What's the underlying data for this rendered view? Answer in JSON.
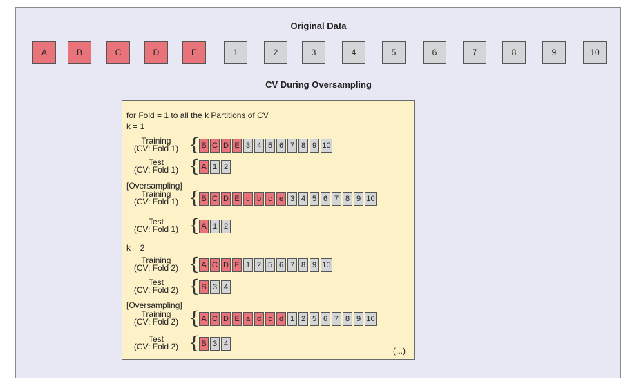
{
  "original_title": "Original Data",
  "original_boxes": [
    {
      "label": "A",
      "type": "red"
    },
    {
      "label": "B",
      "type": "red"
    },
    {
      "label": "C",
      "type": "red"
    },
    {
      "label": "D",
      "type": "red"
    },
    {
      "label": "E",
      "type": "red"
    },
    {
      "label": "1",
      "type": "gray"
    },
    {
      "label": "2",
      "type": "gray"
    },
    {
      "label": "3",
      "type": "gray"
    },
    {
      "label": "4",
      "type": "gray"
    },
    {
      "label": "5",
      "type": "gray"
    },
    {
      "label": "6",
      "type": "gray"
    },
    {
      "label": "7",
      "type": "gray"
    },
    {
      "label": "8",
      "type": "gray"
    },
    {
      "label": "9",
      "type": "gray"
    },
    {
      "label": "10",
      "type": "gray"
    }
  ],
  "cv_title": "CV During Oversampling",
  "panel": {
    "header": "for Fold = 1 to all the k Partitions of CV",
    "k1": "k = 1",
    "k2": "k = 2",
    "oversampling_label": "[Oversampling]",
    "ellipsis": "(...)",
    "rows": [
      {
        "label1": "Training",
        "label2": "(CV: Fold 1)",
        "cells": [
          [
            "B",
            "r"
          ],
          [
            "C",
            "r"
          ],
          [
            "D",
            "r"
          ],
          [
            "E",
            "r"
          ],
          [
            "3",
            "g"
          ],
          [
            "4",
            "g"
          ],
          [
            "5",
            "g"
          ],
          [
            "6",
            "g"
          ],
          [
            "7",
            "g"
          ],
          [
            "8",
            "g"
          ],
          [
            "9",
            "g"
          ],
          [
            "10",
            "g"
          ]
        ]
      },
      {
        "label1": "Test",
        "label2": "(CV: Fold 1)",
        "cells": [
          [
            "A",
            "r"
          ],
          [
            "1",
            "g"
          ],
          [
            "2",
            "g"
          ]
        ]
      },
      {
        "label1": "Training",
        "label2": "(CV: Fold 1)",
        "cells": [
          [
            "B",
            "r"
          ],
          [
            "C",
            "r"
          ],
          [
            "D",
            "r"
          ],
          [
            "E",
            "r"
          ],
          [
            "c",
            "r"
          ],
          [
            "b",
            "r"
          ],
          [
            "c",
            "r"
          ],
          [
            "e",
            "r"
          ],
          [
            "3",
            "g"
          ],
          [
            "4",
            "g"
          ],
          [
            "5",
            "g"
          ],
          [
            "6",
            "g"
          ],
          [
            "7",
            "g"
          ],
          [
            "8",
            "g"
          ],
          [
            "9",
            "g"
          ],
          [
            "10",
            "g"
          ]
        ]
      },
      {
        "label1": "Test",
        "label2": "(CV: Fold 1)",
        "cells": [
          [
            "A",
            "r"
          ],
          [
            "1",
            "g"
          ],
          [
            "2",
            "g"
          ]
        ]
      },
      {
        "label1": "Training",
        "label2": "(CV: Fold 2)",
        "cells": [
          [
            "A",
            "r"
          ],
          [
            "C",
            "r"
          ],
          [
            "D",
            "r"
          ],
          [
            "E",
            "r"
          ],
          [
            "1",
            "g"
          ],
          [
            "2",
            "g"
          ],
          [
            "5",
            "g"
          ],
          [
            "6",
            "g"
          ],
          [
            "7",
            "g"
          ],
          [
            "8",
            "g"
          ],
          [
            "9",
            "g"
          ],
          [
            "10",
            "g"
          ]
        ]
      },
      {
        "label1": "Test",
        "label2": "(CV: Fold 2)",
        "cells": [
          [
            "B",
            "r"
          ],
          [
            "3",
            "g"
          ],
          [
            "4",
            "g"
          ]
        ]
      },
      {
        "label1": "Training",
        "label2": "(CV: Fold 2)",
        "cells": [
          [
            "A",
            "r"
          ],
          [
            "C",
            "r"
          ],
          [
            "D",
            "r"
          ],
          [
            "E",
            "r"
          ],
          [
            "a",
            "r"
          ],
          [
            "d",
            "r"
          ],
          [
            "c",
            "r"
          ],
          [
            "d",
            "r"
          ],
          [
            "1",
            "g"
          ],
          [
            "2",
            "g"
          ],
          [
            "5",
            "g"
          ],
          [
            "6",
            "g"
          ],
          [
            "7",
            "g"
          ],
          [
            "8",
            "g"
          ],
          [
            "9",
            "g"
          ],
          [
            "10",
            "g"
          ]
        ]
      },
      {
        "label1": "Test",
        "label2": "(CV: Fold 2)",
        "cells": [
          [
            "B",
            "r"
          ],
          [
            "3",
            "g"
          ],
          [
            "4",
            "g"
          ]
        ]
      }
    ]
  }
}
